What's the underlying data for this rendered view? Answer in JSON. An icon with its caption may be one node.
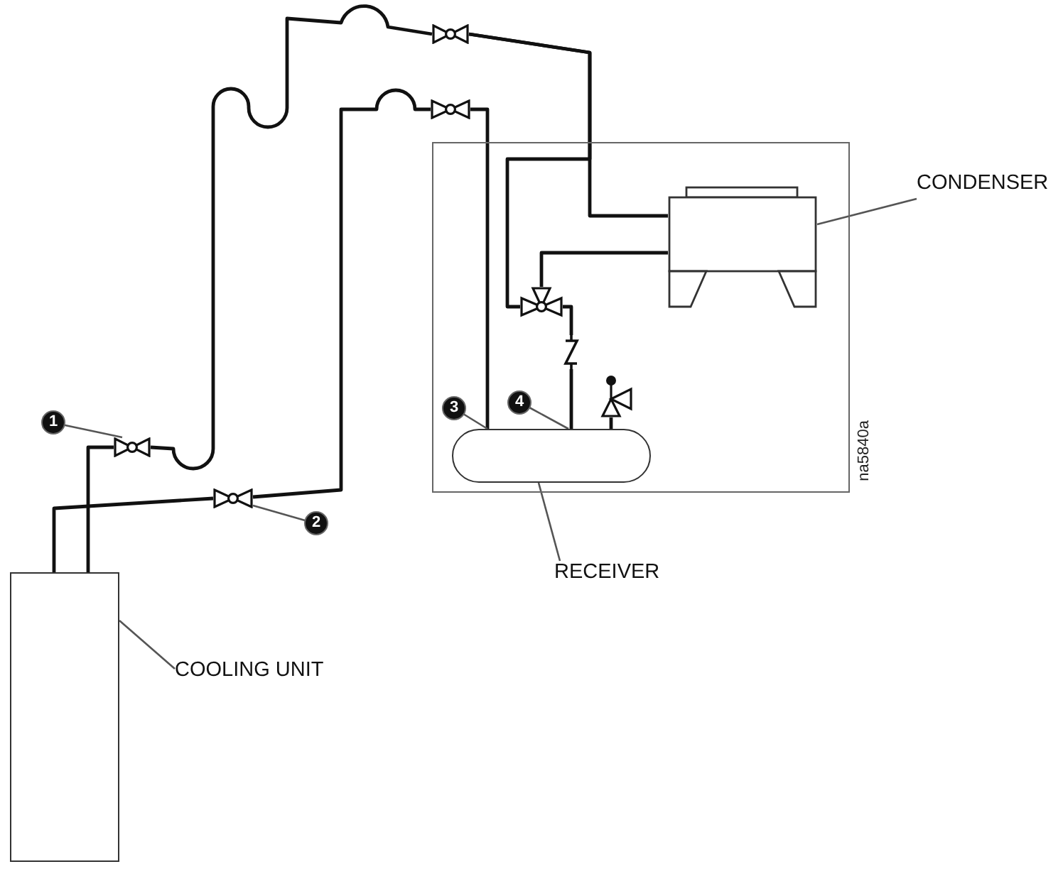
{
  "diagram": {
    "nodes": [
      {
        "text": [],
        "shape": "valve"
      },
      {
        "text": [],
        "shape": "valve"
      },
      {
        "text": [],
        "shape": "box"
      },
      {
        "text": [],
        "shape": "box",
        "in": 2
      },
      {
        "text": [
          "CONDENSER"
        ]
      },
      {
        "text": [],
        "shape": "valve",
        "in": 2
      },
      {
        "text": [],
        "shape": "valve",
        "in": 2
      },
      {
        "text": [],
        "shape": "valve",
        "in": 2
      },
      {
        "text": [
          "3"
        ],
        "in": 2
      },
      {
        "text": [
          "4"
        ],
        "in": 2
      },
      {
        "text": [],
        "shape": "cylinder",
        "in": 2
      },
      {
        "text": [
          "1"
        ]
      },
      {
        "text": [],
        "shape": "valve"
      },
      {
        "text": [],
        "shape": "valve"
      },
      {
        "text": [
          "2"
        ]
      },
      {
        "text": [
          "RECEIVER"
        ]
      },
      {
        "text": [],
        "shape": "box"
      },
      {
        "text": [
          "COOLING UNIT"
        ]
      }
    ],
    "edges": [
      {
        "from": 16,
        "to": 12,
        "arrow": "none"
      },
      {
        "from": 12,
        "to": 0,
        "arrow": "none"
      },
      {
        "from": 0,
        "to": 3,
        "arrow": "none"
      },
      {
        "from": 0,
        "to": 5,
        "arrow": "none"
      },
      {
        "from": 3,
        "to": 5,
        "arrow": "none"
      },
      {
        "from": 5,
        "to": 6,
        "arrow": "none"
      },
      {
        "from": 6,
        "to": 10,
        "arrow": "none"
      },
      {
        "from": 7,
        "to": 10,
        "arrow": "none"
      },
      {
        "from": 16,
        "to": 13,
        "arrow": "none"
      },
      {
        "from": 13,
        "to": 1,
        "arrow": "none"
      },
      {
        "from": 1,
        "to": 10,
        "arrow": "none"
      },
      {
        "from": 4,
        "to": 3,
        "arrow": "none"
      },
      {
        "from": 11,
        "to": 12,
        "arrow": "none"
      },
      {
        "from": 14,
        "to": 13,
        "arrow": "none"
      },
      {
        "from": 8,
        "to": 10,
        "arrow": "none"
      },
      {
        "from": 9,
        "to": 10,
        "arrow": "none"
      },
      {
        "from": 15,
        "to": 10,
        "arrow": "none"
      },
      {
        "from": 17,
        "to": 16,
        "arrow": "none"
      }
    ],
    "labels": [
      "na5840a"
    ]
  }
}
